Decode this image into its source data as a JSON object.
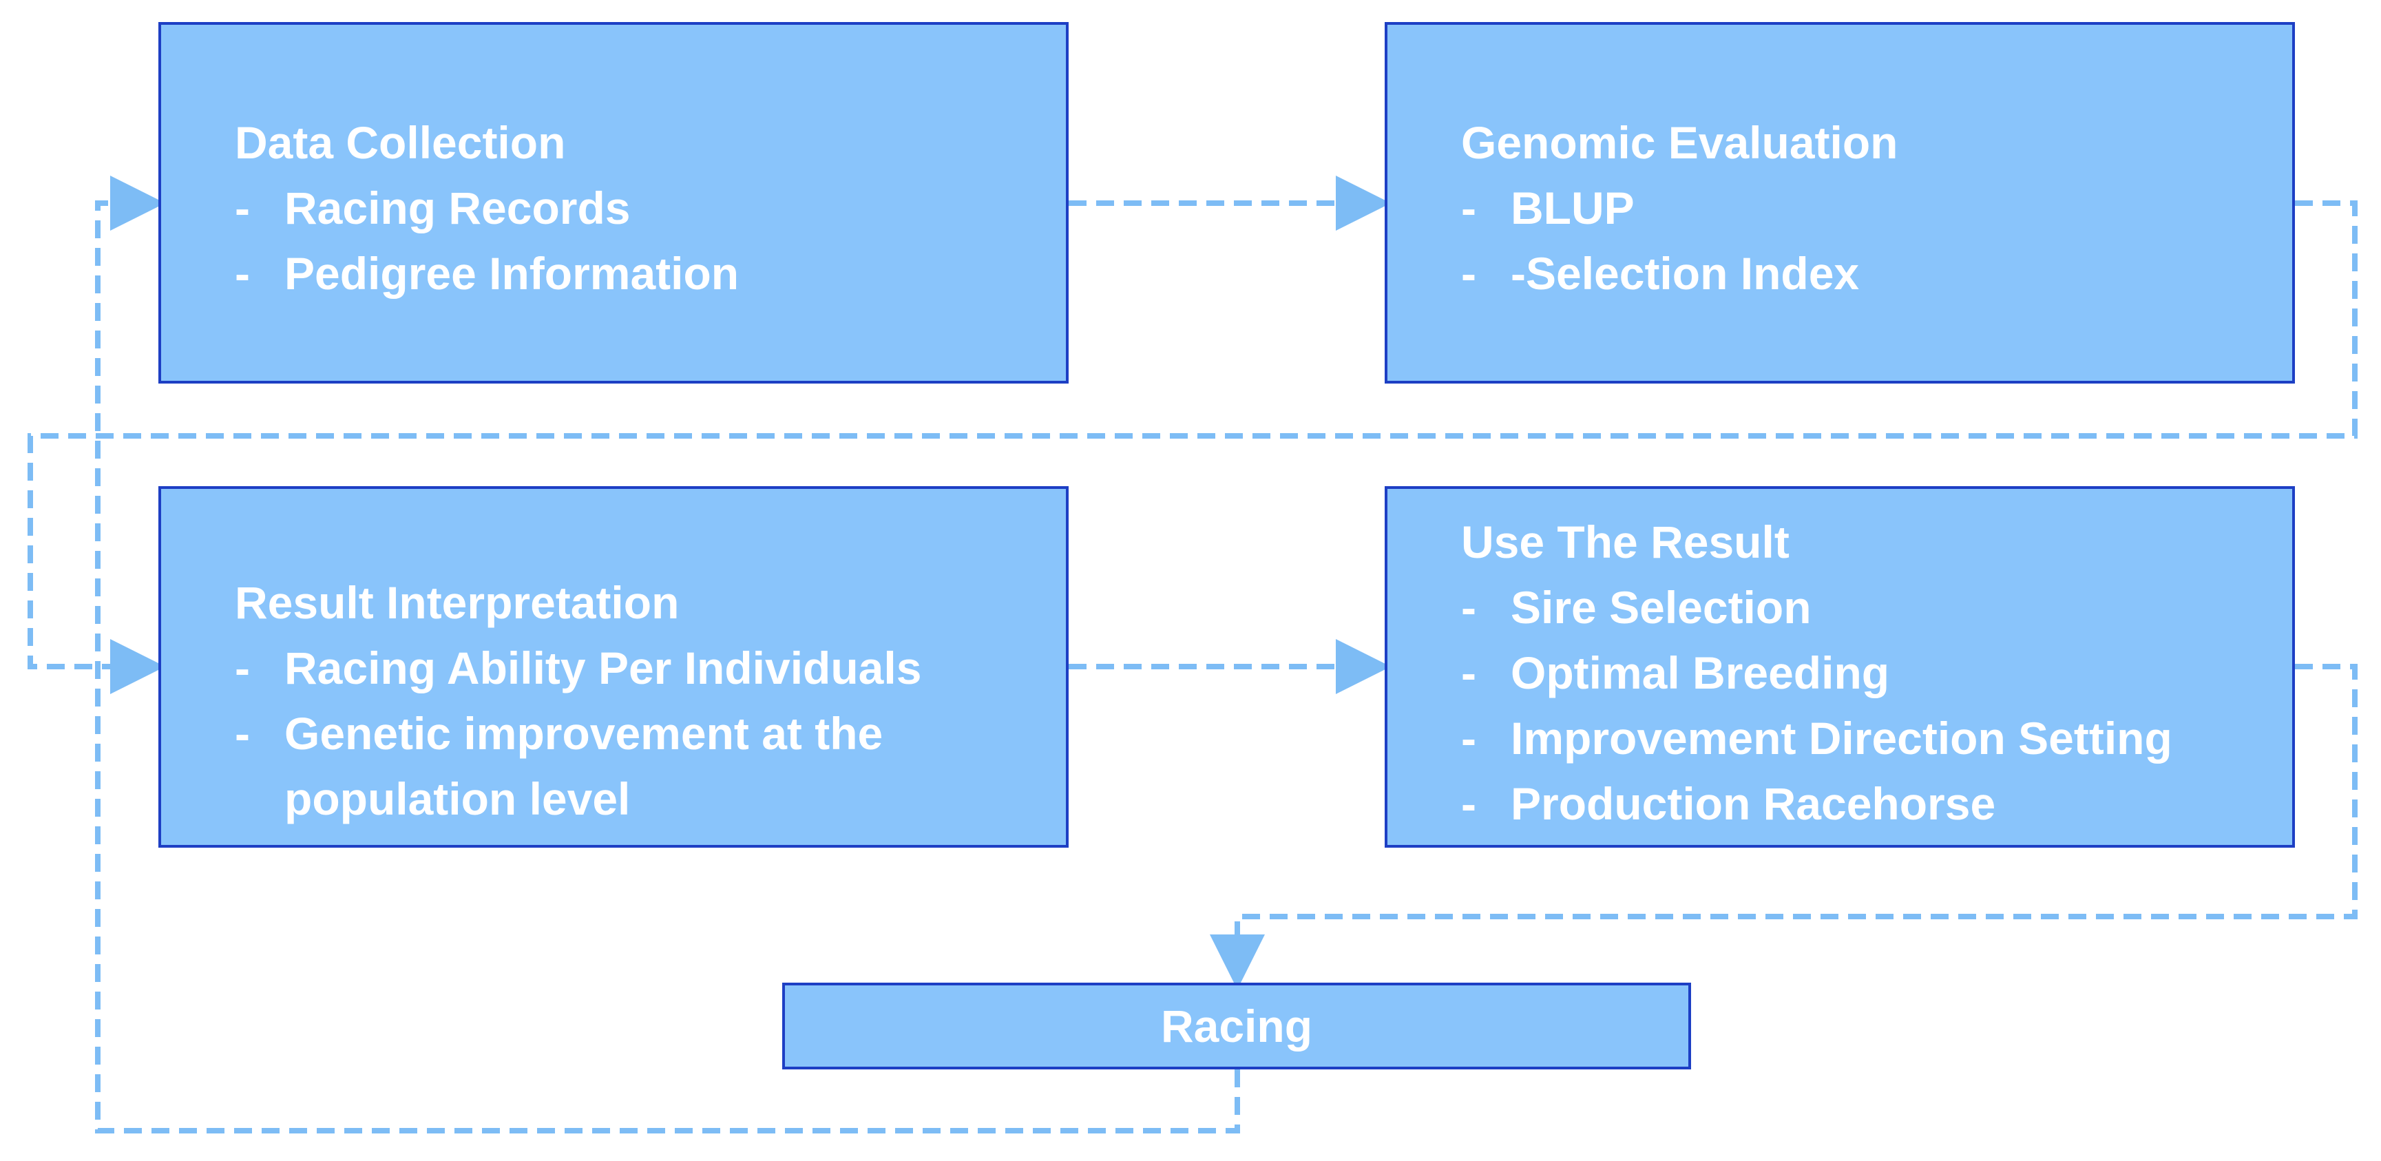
{
  "diagram": {
    "colors": {
      "box_fill": "#89c4fb",
      "box_border": "#1d3fc4",
      "text": "#ffffff",
      "connector": "#7dbcf5"
    },
    "boxes": {
      "data_collection": {
        "title": "Data Collection",
        "items": [
          "Racing Records",
          "Pedigree Information"
        ]
      },
      "genomic_evaluation": {
        "title": "Genomic Evaluation",
        "items": [
          "BLUP",
          "-Selection Index"
        ]
      },
      "result_interpretation": {
        "title": "Result Interpretation",
        "items": [
          "Racing Ability Per Individuals",
          "Genetic improvement at the population level"
        ]
      },
      "use_the_result": {
        "title": "Use The Result",
        "items": [
          "Sire Selection",
          "Optimal Breeding",
          "Improvement Direction Setting",
          "Production Racehorse"
        ]
      },
      "racing": {
        "title": "Racing"
      }
    },
    "bullet": "-"
  }
}
